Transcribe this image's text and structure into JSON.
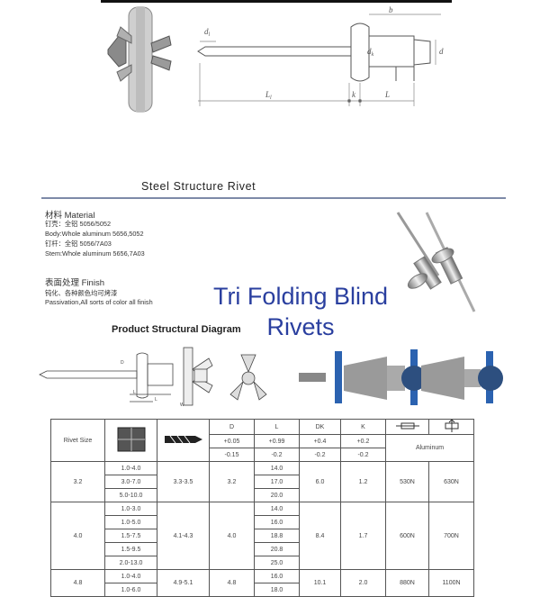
{
  "drawing": {
    "dims": {
      "b": "b",
      "d1": "d",
      "d1_sub": "l",
      "dk": "d",
      "dk_sub": "k",
      "d": "d",
      "L1": "L",
      "L1_sub": "l",
      "k": "k",
      "L": "L"
    }
  },
  "section": {
    "title": "Steel  Structure  Rivet"
  },
  "material": {
    "heading": "材料  Material",
    "lines": [
      "钉壳：全铝 5056/5052",
      "Body:Whole aluminum 5656,5052",
      "钉杆：全铝 5056/7A03",
      "Stem:Whole aluminum 5656,7A03"
    ]
  },
  "finish": {
    "heading": "表面处理  Finish",
    "lines": [
      "钝化、各种颜色均可烤漆",
      "Passivation,All sorts of color all finish"
    ]
  },
  "overlay": {
    "line1": "Tri Folding Blind",
    "line2": "Rivets"
  },
  "diagram": {
    "title": "Product Structural Diagram",
    "labels": [
      "D",
      "L",
      "L",
      "W"
    ]
  },
  "table": {
    "headers": {
      "rivet_size": "Rivet Size",
      "D": "D",
      "L": "L",
      "DK": "DK",
      "K": "K",
      "tol_plus": [
        "+0.05",
        "+0.99",
        "+0.4",
        "+0.2"
      ],
      "tol_minus": [
        "-0.15",
        "-0.2",
        "-0.2",
        "-0.2"
      ],
      "aluminum": "Aluminum"
    },
    "groups": [
      {
        "size": "3.2",
        "drill": "3.3-3.5",
        "D": "3.2",
        "DK": "6.0",
        "K": "1.2",
        "shear": "530N",
        "tensile": "630N",
        "rows": [
          {
            "grip": "1.0-4.0",
            "L": "14.0"
          },
          {
            "grip": "3.0-7.0",
            "L": "17.0"
          },
          {
            "grip": "5.0-10.0",
            "L": "20.0"
          }
        ]
      },
      {
        "size": "4.0",
        "drill": "4.1-4.3",
        "D": "4.0",
        "DK": "8.4",
        "K": "1.7",
        "shear": "600N",
        "tensile": "700N",
        "rows": [
          {
            "grip": "1.0-3.0",
            "L": "14.0"
          },
          {
            "grip": "1.0-5.0",
            "L": "16.0"
          },
          {
            "grip": "1.5-7.5",
            "L": "18.8"
          },
          {
            "grip": "1.5-9.5",
            "L": "20.8"
          },
          {
            "grip": "2.0-13.0",
            "L": "25.0"
          }
        ]
      },
      {
        "size": "4.8",
        "drill": "4.9-5.1",
        "D": "4.8",
        "DK": "10.1",
        "K": "2.0",
        "shear": "880N",
        "tensile": "1100N",
        "rows": [
          {
            "grip": "1.0-4.0",
            "L": "16.0"
          },
          {
            "grip": "1.0-6.0",
            "L": "18.0"
          }
        ]
      }
    ]
  }
}
